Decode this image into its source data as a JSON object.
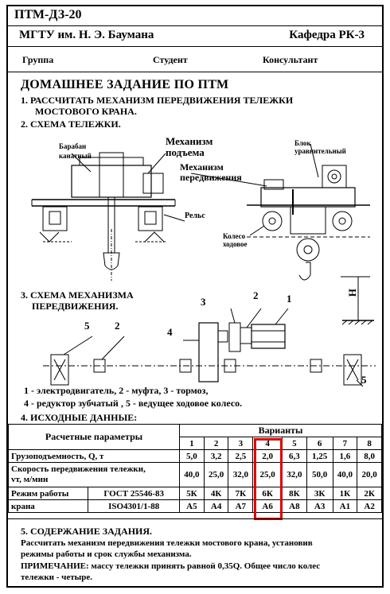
{
  "header": {
    "code": "ПТМ-ДЗ-20",
    "university": "МГТУ им. Н. Э. Баумана",
    "department": "Кафедра РК-3",
    "group_label": "Группа",
    "student_label": "Студент",
    "consultant_label": "Консультант"
  },
  "title": "ДОМАШНЕЕ ЗАДАНИЕ ПО ПТМ",
  "task1_line1": "1. РАССЧИТАТЬ МЕХАНИЗМ ПЕРЕДВИЖЕНИЯ ТЕЛЕЖКИ",
  "task1_line2": "МОСТОВОГО КРАНА.",
  "task2": "2. СХЕМА ТЕЛЕЖКИ.",
  "trolley_labels": {
    "drum_line1": "Барабан",
    "drum_line2": "канатный",
    "hoist_line1": "Механизм",
    "hoist_line2": "подъема",
    "travel_line1": "Механизм",
    "travel_line2": "передвижения",
    "block_line1": "Блок",
    "block_line2": "уравнительный",
    "rail": "Рельс",
    "wheel_line1": "Колесо",
    "wheel_line2": "ходовое",
    "height": "H"
  },
  "task3_line1": "3. СХЕМА МЕХАНИЗМА",
  "task3_line2": "ПЕРЕДВИЖЕНИЯ.",
  "mech_numbers": {
    "n1": "1",
    "n2a": "2",
    "n2b": "2",
    "n3": "3",
    "n4": "4",
    "n5a": "5",
    "n5b": "5"
  },
  "legend_line1": "1 - электродвигатель, 2 - муфта,  3 - тормоз,",
  "legend_line2": "4 - редуктор зубчатый ,  5 - ведущее ходовое колесо.",
  "task4": "4. ИСХОДНЫЕ ДАННЫЕ:",
  "table": {
    "params_header": "Расчетные параметры",
    "variants_header": "Варианты",
    "variants": [
      "1",
      "2",
      "3",
      "4",
      "5",
      "6",
      "7",
      "8"
    ],
    "capacity_label": "Грузоподъемность, Q, т",
    "capacity": [
      "5,0",
      "3,2",
      "2,5",
      "2,0",
      "6,3",
      "1,25",
      "1,6",
      "8,0"
    ],
    "speed_label_line1": "Скорость передвижения тележки,",
    "speed_label_line2": "vт, м/мин",
    "speed": [
      "40,0",
      "25,0",
      "32,0",
      "25,0",
      "32,0",
      "50,0",
      "40,0",
      "20,0"
    ],
    "mode_label_line1": "Режим работы",
    "mode_label_line2": "крана",
    "gost_label": "ГОСТ 25546-83",
    "gost": [
      "5К",
      "4К",
      "7К",
      "6К",
      "8К",
      "3К",
      "1К",
      "2К"
    ],
    "iso_label": "ISO4301/1-88",
    "iso": [
      "А5",
      "А4",
      "А7",
      "А6",
      "А8",
      "А3",
      "А1",
      "А2"
    ],
    "highlight_color": "#e00000"
  },
  "task5": "5. СОДЕРЖАНИЕ ЗАДАНИЯ.",
  "task5_line1": "Рассчитать механизм передвижения тележки мостового крана, установив",
  "task5_line2": "режимы работы и срок службы механизма.",
  "note_line1": "ПРИМЕЧАНИЕ:  массу тележки принять равной 0,35Q. Общее число колес",
  "note_line2": "тележки - четыре."
}
